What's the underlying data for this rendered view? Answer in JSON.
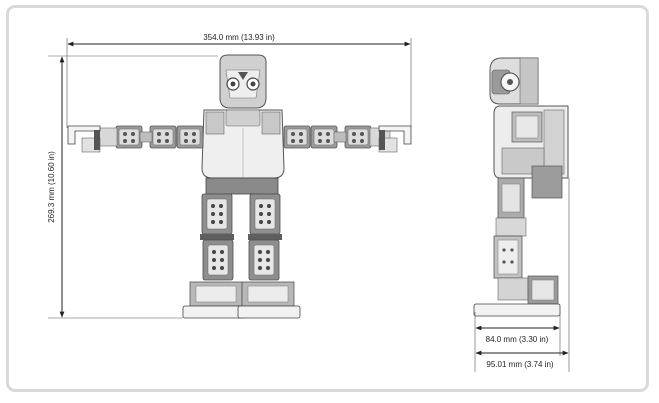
{
  "dimensions": {
    "front_width": "354.0 mm (13.93 in)",
    "front_height": "269.3 mm (10.60 in)",
    "side_depth": "84.0 mm (3.30 in)",
    "side_total_depth": "95.01 mm (3.74 in)"
  },
  "views": [
    "front-view",
    "side-view"
  ],
  "colors": {
    "frame": "#d9d9d9",
    "line": "#222222",
    "robot_gray": "#8e8e8e",
    "robot_light": "#eeeeee"
  }
}
